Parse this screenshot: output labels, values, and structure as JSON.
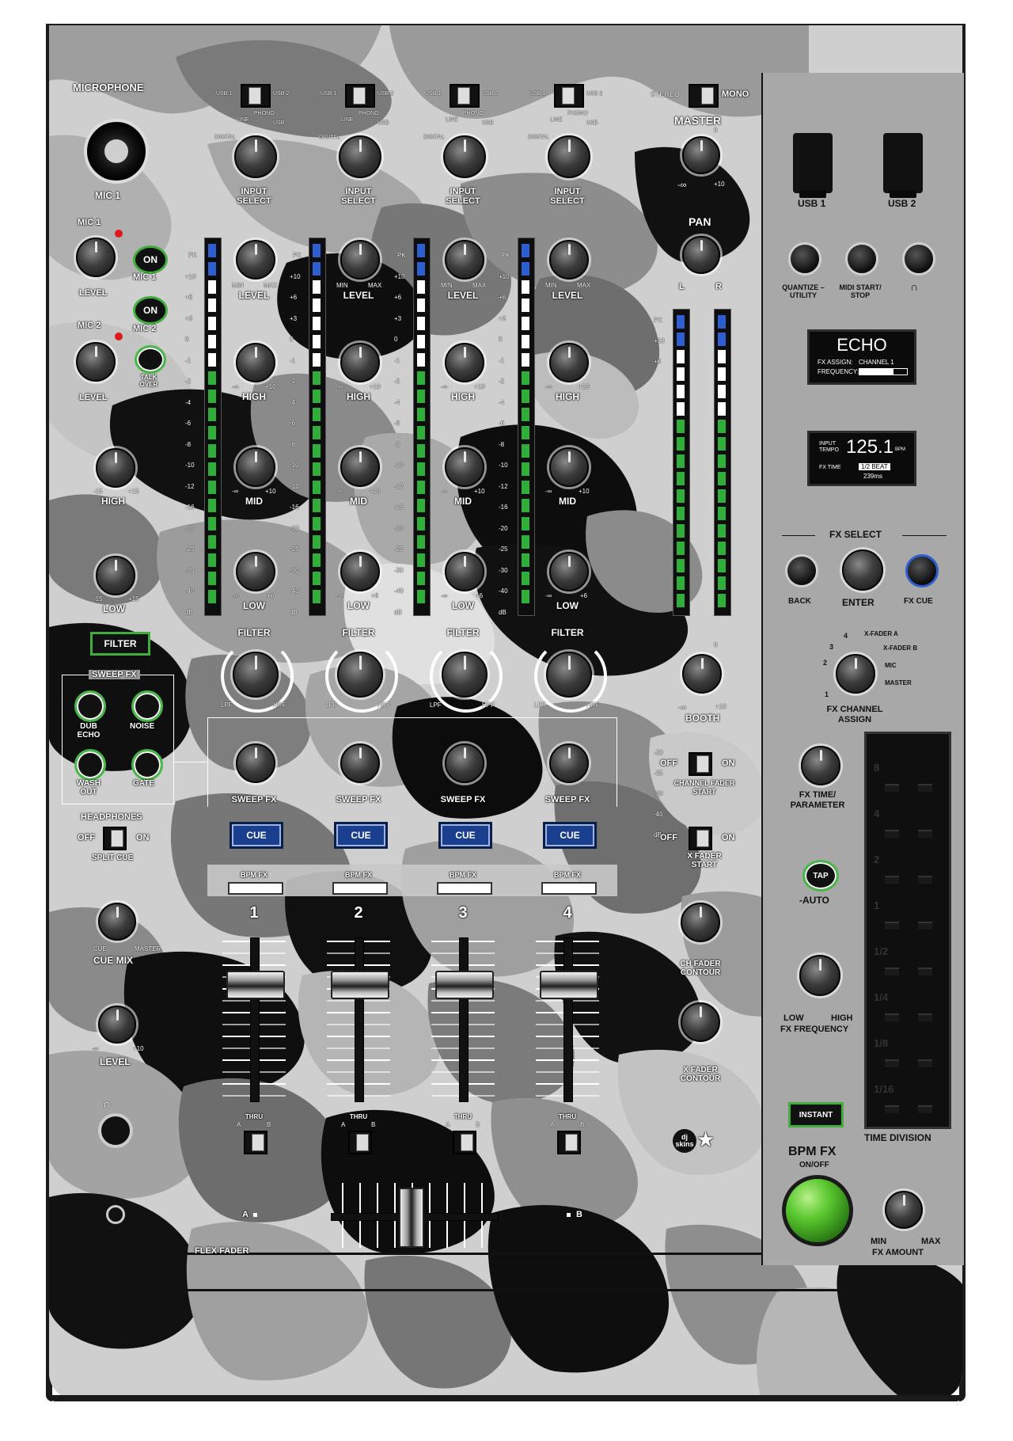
{
  "mic_section": {
    "title": "MICROPHONE",
    "input_label": "MIC 1",
    "mic1_label": "MIC 1",
    "mic2_label": "MIC 2",
    "level_label": "LEVEL",
    "on_label": "ON",
    "mic1_button": "MIC 1",
    "mic2_button": "MIC 2",
    "talkover_label": "TALK OVER",
    "high_label": "HIGH",
    "low_label": "LOW",
    "range_min": "-15",
    "range_max": "+15",
    "filter_button": "FILTER"
  },
  "sweep_fx": {
    "title": "SWEEP FX",
    "buttons": [
      "DUB ECHO",
      "NOISE",
      "WASH OUT",
      "GATE"
    ]
  },
  "headphones": {
    "title": "HEADPHONES",
    "off": "OFF",
    "on": "ON",
    "split_cue": "SPLIT CUE",
    "cue_mix": "CUE MIX",
    "cue": "CUE",
    "master": "MASTER",
    "level": "LEVEL",
    "level_min": "-∞",
    "level_max": "+10"
  },
  "channels": [
    {
      "number": "1",
      "input_select": "INPUT SELECT",
      "level": "LEVEL",
      "high": "HIGH",
      "mid": "MID",
      "low": "LOW",
      "filter": "FILTER",
      "sweep": "SWEEP FX",
      "cue": "CUE",
      "bpm_fx": "BPM FX",
      "thru": "THRU",
      "switch_left": "USB 1",
      "switch_right": "USB 2"
    },
    {
      "number": "2",
      "input_select": "INPUT SELECT",
      "level": "LEVEL",
      "high": "HIGH",
      "mid": "MID",
      "low": "LOW",
      "filter": "FILTER",
      "sweep": "SWEEP FX",
      "cue": "CUE",
      "bpm_fx": "BPM FX",
      "thru": "THRU",
      "switch_left": "USB 1",
      "switch_right": "USB 2"
    },
    {
      "number": "3",
      "input_select": "INPUT SELECT",
      "level": "LEVEL",
      "high": "HIGH",
      "mid": "MID",
      "low": "LOW",
      "filter": "FILTER",
      "sweep": "SWEEP FX",
      "cue": "CUE",
      "bpm_fx": "BPM FX",
      "thru": "THRU",
      "switch_left": "USB 1",
      "switch_right": "USB 2"
    },
    {
      "number": "4",
      "input_select": "INPUT SELECT",
      "level": "LEVEL",
      "high": "HIGH",
      "mid": "MID",
      "low": "LOW",
      "filter": "FILTER",
      "sweep": "SWEEP FX",
      "cue": "CUE",
      "bpm_fx": "BPM FX",
      "thru": "THRU",
      "switch_left": "USB 1",
      "switch_right": "USB 2"
    }
  ],
  "input_positions": [
    "DIGITAL",
    "LINE",
    "PHONO",
    "USB"
  ],
  "meter_scale": [
    "PK",
    "+10",
    "+6",
    "+3",
    "0",
    "-1",
    "-2",
    "-4",
    "-6",
    "-8",
    "-10",
    "-12",
    "-16",
    "-20",
    "-25",
    "-30",
    "-40",
    "dB"
  ],
  "level_min": "MIN",
  "level_max": "MAX",
  "eq_min": "-∞",
  "eq_max": "+10",
  "eq_low_max": "+6",
  "filter_lpf": "LPF",
  "filter_hpf": "HPF",
  "crossfader": {
    "a": "A",
    "b": "B",
    "label": "FLEX FADER",
    "assign_a": "A",
    "assign_b": "B"
  },
  "master_section": {
    "stereo": "STEREO",
    "mono": "MONO",
    "master": "MASTER",
    "master_min": "-∞",
    "master_max": "+10",
    "master_top": "0",
    "pan": "PAN",
    "pan_l": "L",
    "pan_r": "R",
    "booth": "BOOTH",
    "booth_min": "-∞",
    "booth_max": "+10",
    "booth_top": "0",
    "channel_fader_start": "CHANNEL FADER START",
    "x_fader_start": "X FADER START",
    "off": "OFF",
    "on": "ON",
    "ch_fader_contour": "CH FADER CONTOUR",
    "x_fader_contour": "X FADER CONTOUR",
    "brand": "dj skins"
  },
  "fx_panel": {
    "usb1": "USB 1",
    "usb2": "USB 2",
    "quantize": "QUANTIZE – UTILITY",
    "midi_start": "MIDI START/ STOP",
    "display1": {
      "effect": "ECHO",
      "assign_label": "FX ASSIGN:",
      "assign_value": "CHANNEL 1",
      "frequency_label": "FREQUENCY:",
      "frequency_fill": 0.72
    },
    "display2": {
      "input_tempo_label": "INPUT TEMPO",
      "bpm": "125.1",
      "bpm_unit": "BPM",
      "fx_time_label": "FX TIME",
      "beat": "1/2 BEAT",
      "ms": "239ms"
    },
    "fx_select": "FX SELECT",
    "back": "BACK",
    "enter": "ENTER",
    "fx_cue": "FX CUE",
    "assign_positions": [
      "1",
      "2",
      "3",
      "4",
      "X-FADER A",
      "X-FADER B",
      "MIC",
      "MASTER"
    ],
    "fx_channel_assign": "FX CHANNEL ASSIGN",
    "fx_time_param": "FX TIME/ PARAMETER",
    "tap": "TAP",
    "auto": "-AUTO",
    "fx_freq_low": "LOW",
    "fx_freq_high": "HIGH",
    "fx_frequency": "FX FREQUENCY",
    "instant": "INSTANT",
    "time_division": "TIME DIVISION",
    "time_division_marks": [
      "8",
      "4",
      "2",
      "1",
      "1/2",
      "1/4",
      "1/8",
      "1/16"
    ],
    "bpm_fx": "BPM FX",
    "bpm_fx_onoff": "ON/OFF",
    "fx_amount_min": "MIN",
    "fx_amount_max": "MAX",
    "fx_amount": "FX AMOUNT"
  },
  "colors": {
    "accent_green": "#48b848",
    "cue_blue": "#1b3f8f",
    "meter_green": "#2fae3a",
    "meter_blue": "#2e5fd0",
    "mic_on_red": "#e01818"
  }
}
